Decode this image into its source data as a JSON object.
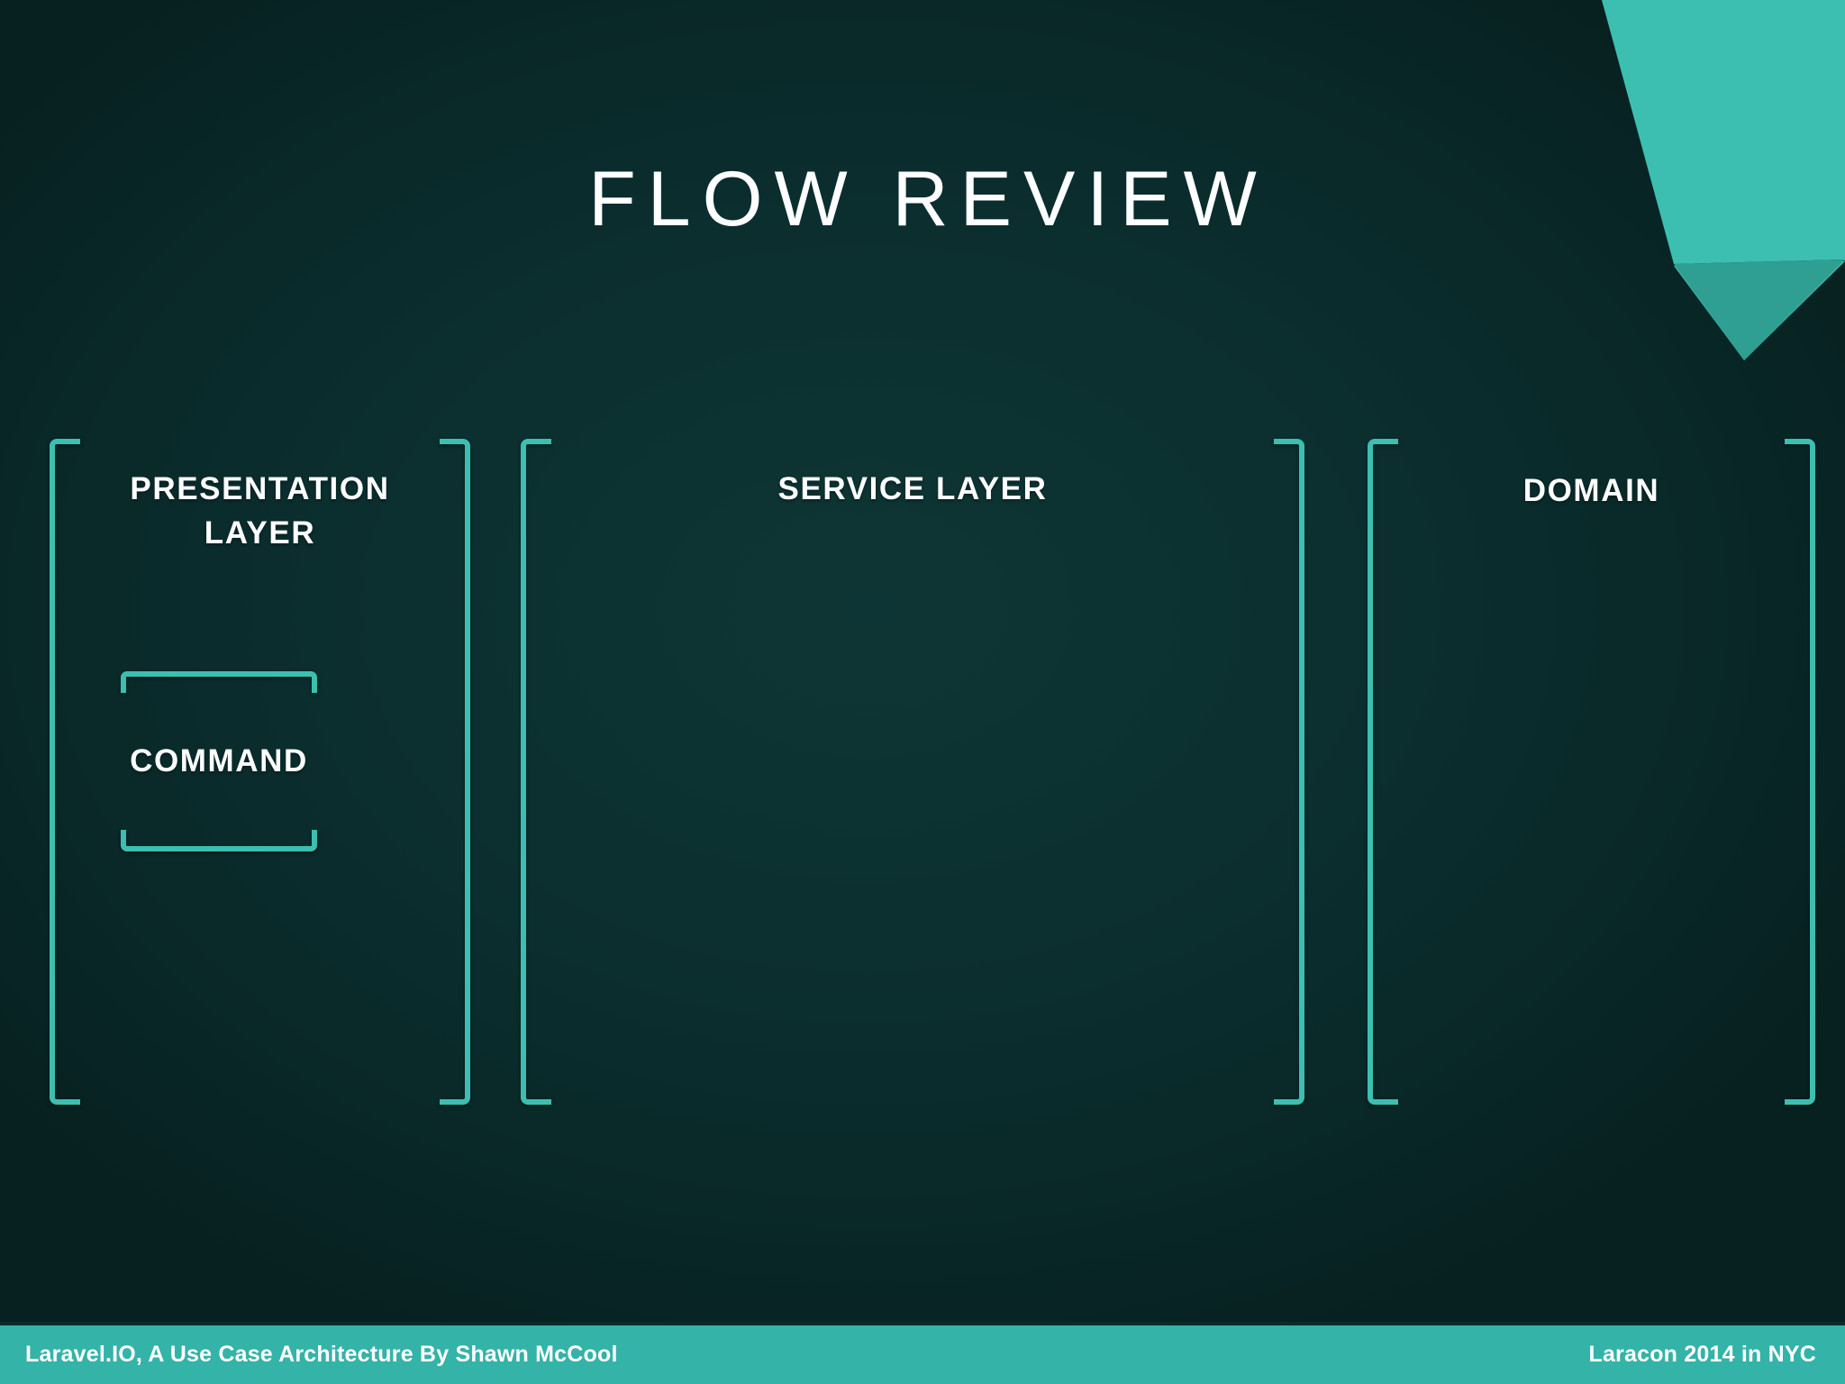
{
  "slide": {
    "title": "FLOW REVIEW",
    "colors": {
      "background": "#0a2b2b",
      "accent_teal": "#3cbfb0",
      "footer_bar": "#34b3a8",
      "corner_teal": "#3cbfb0",
      "corner_fold": "#2f9e93",
      "text_white": "#ffffff"
    }
  },
  "columns": [
    {
      "label": "PRESENTATION LAYER",
      "label_lines": [
        "PRESENTATION",
        "LAYER"
      ],
      "inner_blocks": [
        {
          "label": "COMMAND"
        }
      ]
    },
    {
      "label": "SERVICE LAYER",
      "label_lines": [
        "SERVICE LAYER"
      ],
      "inner_blocks": []
    },
    {
      "label": "DOMAIN",
      "label_lines": [
        "DOMAIN"
      ],
      "inner_blocks": []
    }
  ],
  "footer": {
    "left": "Laravel.IO, A Use Case Architecture By Shawn McCool",
    "right": "Laracon 2014 in NYC"
  }
}
